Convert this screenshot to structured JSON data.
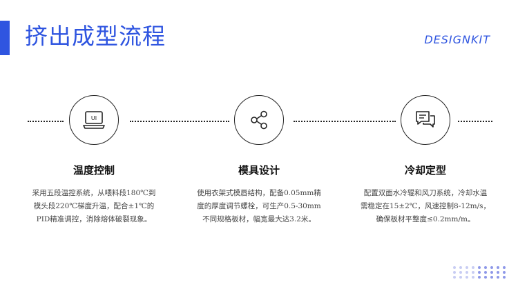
{
  "page": {
    "title": "挤出成型流程",
    "brand": "DESIGNKIT"
  },
  "steps": [
    {
      "icon": "laptop-ui-icon",
      "icon_label": "UI",
      "title": "温度控制",
      "lines": [
        "采用五段温控系统，从喂料段180℃到",
        "模头段220℃梯度升温，配合±1℃的",
        "PID精准调控，消除熔体破裂现象。"
      ]
    },
    {
      "icon": "share-icon",
      "title": "模具设计",
      "lines": [
        "使用衣架式模唇结构，配备0.05mm精",
        "度的厚度调节螺栓，可生产0.5-30mm",
        "不同规格板材，幅宽最大达3.2米。"
      ]
    },
    {
      "icon": "chat-icon",
      "title": "冷却定型",
      "lines": [
        "配置双面水冷辊和风刀系统，冷却水温",
        "需稳定在15±2℃，风速控制8-12m/s，",
        "确保板材平整度≤0.2mm/m。"
      ]
    }
  ],
  "colors": {
    "accent": "#2f55e0",
    "text": "#111111",
    "muted": "#444444"
  }
}
